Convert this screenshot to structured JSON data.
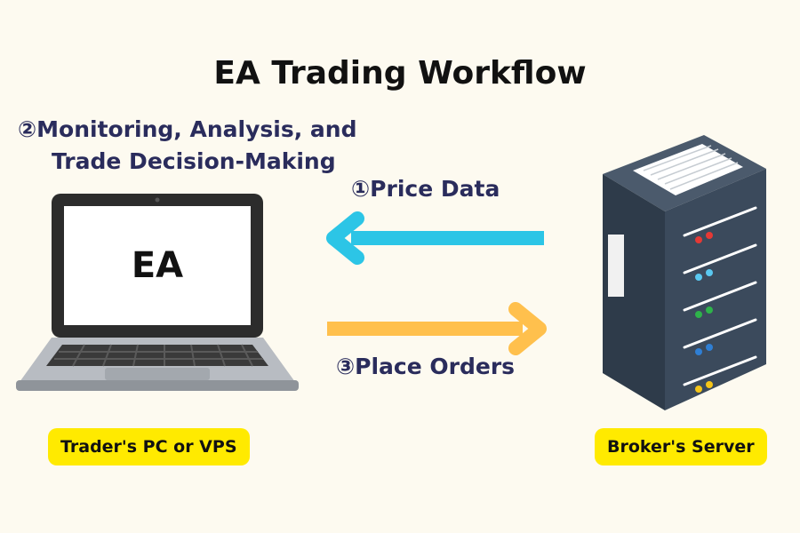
{
  "title": "EA Trading Workflow",
  "steps": {
    "step1": "①Price Data",
    "step2_line1": "②Monitoring, Analysis, and",
    "step2_line2": "Trade Decision-Making",
    "step3": "③Place Orders"
  },
  "laptop": {
    "screen_text": "EA",
    "caption": "Trader's PC or VPS"
  },
  "server": {
    "caption": "Broker's Server",
    "led_colors": [
      "#e53935",
      "#5ac8f0",
      "#2eb34a",
      "#2f7fd4",
      "#f5c518"
    ]
  },
  "colors": {
    "background": "#fdfaf0",
    "price_arrow": "#2cc5e6",
    "order_arrow": "#ffc04d",
    "badge": "#ffea00",
    "label_text": "#2a2c5c",
    "server_body": "#3b4a5c"
  },
  "icons": [
    "laptop-icon",
    "server-icon",
    "arrow-left-icon",
    "arrow-right-icon"
  ]
}
